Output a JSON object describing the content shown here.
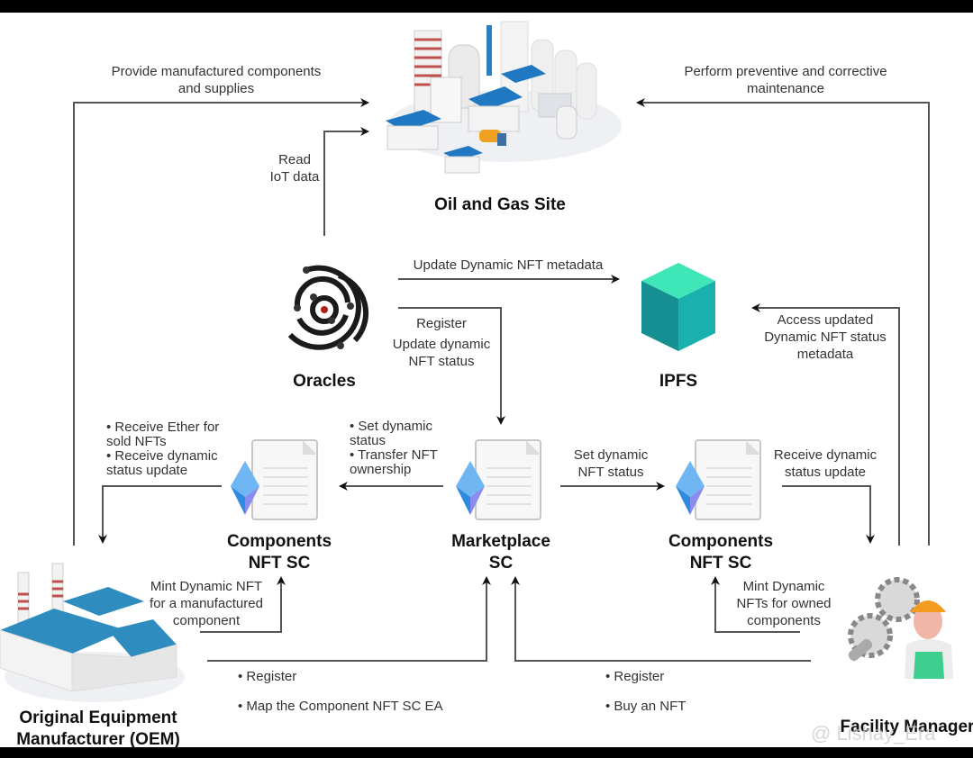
{
  "nodes": {
    "site": {
      "title": "Oil and Gas Site",
      "icon": "oil-gas-plant-icon"
    },
    "oracles": {
      "title": "Oracles",
      "icon": "oracle-orbit-icon"
    },
    "ipfs": {
      "title": "IPFS",
      "icon": "cube-icon"
    },
    "marketplace": {
      "title_line1": "Marketplace",
      "title_line2": "SC",
      "icon": "ethereum-contract-icon"
    },
    "components_left": {
      "title_line1": "Components",
      "title_line2": "NFT SC",
      "icon": "ethereum-contract-icon"
    },
    "components_right": {
      "title_line1": "Components",
      "title_line2": "NFT SC",
      "icon": "ethereum-contract-icon"
    },
    "oem": {
      "title_line1": "Original Equipment",
      "title_line2": "Manufacturer (OEM)",
      "icon": "factory-icon"
    },
    "facility_manager": {
      "title": "Facility Manager",
      "icon": "worker-gears-icon"
    }
  },
  "edges": {
    "provide_components": {
      "line1": "Provide manufactured components",
      "line2": "and supplies"
    },
    "perform_maintenance": {
      "line1": "Perform preventive and corrective",
      "line2": "maintenance"
    },
    "read_iot": {
      "line1": "Read",
      "line2": "IoT data"
    },
    "update_metadata": {
      "text": "Update Dynamic NFT metadata"
    },
    "oracle_register": {
      "line1": "Register",
      "line2": "Update dynamic",
      "line3": "NFT status"
    },
    "access_metadata": {
      "line1": "Access updated",
      "line2": "Dynamic NFT status",
      "line3": "metadata"
    },
    "left_receive": {
      "line1": "• Receive Ether for",
      "line2": "sold NFTs",
      "line3": "• Receive dynamic",
      "line4": "status update"
    },
    "market_to_left": {
      "line1": "• Set dynamic",
      "line2": "status",
      "line3": "• Transfer NFT",
      "line4": "ownership"
    },
    "market_to_right": {
      "line1": "Set dynamic",
      "line2": "NFT status"
    },
    "right_receive": {
      "line1": "Receive dynamic",
      "line2": "status update"
    },
    "oem_mint": {
      "line1": "Mint Dynamic NFT",
      "line2": "for a manufactured",
      "line3": "component"
    },
    "fm_mint": {
      "line1": "Mint Dynamic",
      "line2": "NFTs for owned",
      "line3": "components"
    },
    "oem_market": {
      "item1": "• Register",
      "item2": "• Map the Component NFT SC EA"
    },
    "fm_market": {
      "item1": "• Register",
      "item2": "• Buy an NFT"
    }
  },
  "watermark": "@ Lishay_Era",
  "colors": {
    "line": "#444444",
    "ipfs_top": "#3ee6b8",
    "ipfs_side": "#1aa7a8",
    "eth": "#4a8fe8",
    "roof": "#1f78c1"
  }
}
